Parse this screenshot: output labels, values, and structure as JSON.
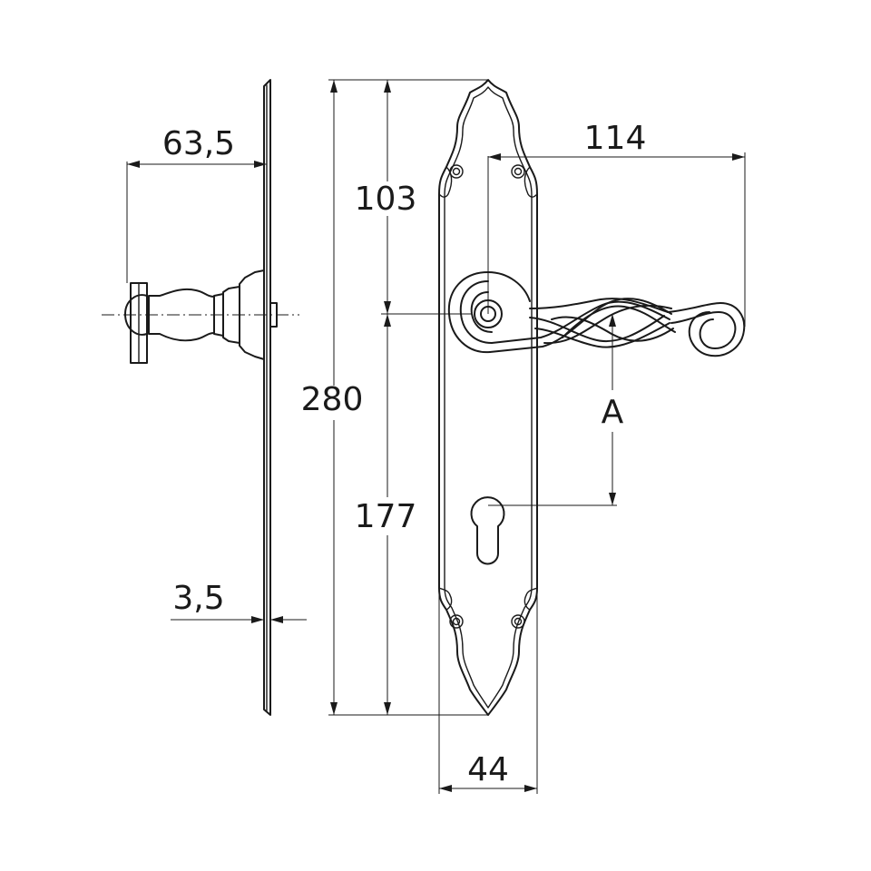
{
  "dimensions": {
    "rosette_projection": "63,5",
    "plate_thickness": "3,5",
    "overall_height": "280",
    "spindle_height_from_top": "103",
    "spindle_height_from_bottom": "177",
    "lever_length": "114",
    "spindle_to_keyhole": "A",
    "plate_width": "44"
  }
}
